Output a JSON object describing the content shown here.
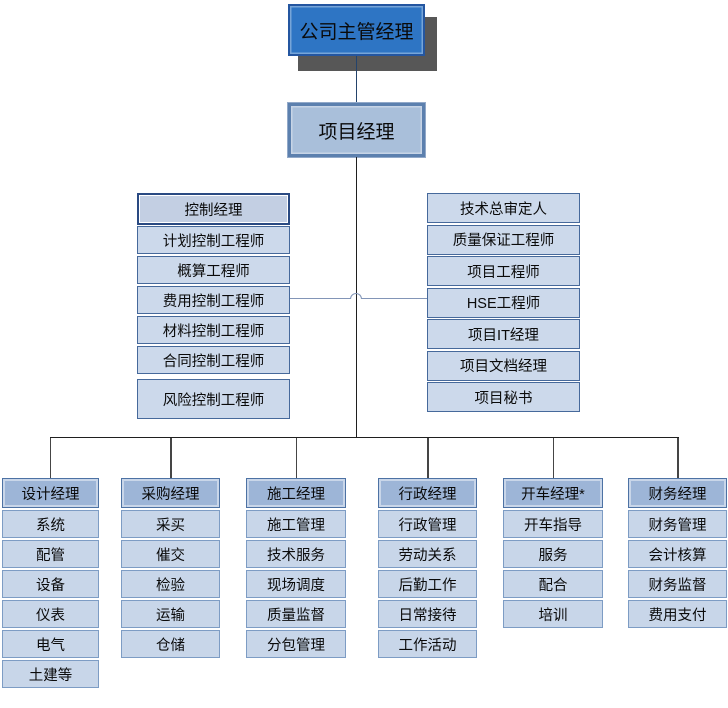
{
  "diagram": {
    "root": "公司主管经理",
    "project_manager": "项目经理",
    "control_group": {
      "header": "控制经理",
      "items": [
        "计划控制工程师",
        "概算工程师",
        "费用控制工程师",
        "材料控制工程师",
        "合同控制工程师",
        "风险控制工程师"
      ]
    },
    "staff_group": {
      "items": [
        "技术总审定人",
        "质量保证工程师",
        "项目工程师",
        "HSE工程师",
        "项目IT经理",
        "项目文档经理",
        "项目秘书"
      ]
    },
    "departments": [
      {
        "header": "设计经理",
        "items": [
          "系统",
          "配管",
          "设备",
          "仪表",
          "电气",
          "土建等"
        ]
      },
      {
        "header": "采购经理",
        "items": [
          "采买",
          "催交",
          "检验",
          "运输",
          "仓储"
        ]
      },
      {
        "header": "施工经理",
        "items": [
          "施工管理",
          "技术服务",
          "现场调度",
          "质量监督",
          "分包管理"
        ]
      },
      {
        "header": "行政经理",
        "items": [
          "行政管理",
          "劳动关系",
          "后勤工作",
          "日常接待",
          "工作活动"
        ]
      },
      {
        "header": "开车经理*",
        "items": [
          "开车指导",
          "服务",
          "配合",
          "培训"
        ]
      },
      {
        "header": "财务经理",
        "items": [
          "财务管理",
          "会计核算",
          "财务监督",
          "费用支付"
        ]
      }
    ],
    "colors": {
      "root_fill": "#2e75c4",
      "root_border": "#2456a0",
      "root_shadow": "#575757",
      "level2_fill": "#a9bfda",
      "level2_border": "#5c80ae",
      "mid_row_fill": "#ccd9eb",
      "mid_row_border": "#46699b",
      "mid_header_fill": "#c3cfe3",
      "mid_header_border": "#2a4a82",
      "bottom_header_fill": "#9db5d7",
      "bottom_header_border": "#4d72a4",
      "bottom_row_fill": "#c8d6e9",
      "bottom_row_border": "#7d9cc4",
      "blue_connector": "#8295b7",
      "black_line": "#1f1f1f"
    }
  }
}
